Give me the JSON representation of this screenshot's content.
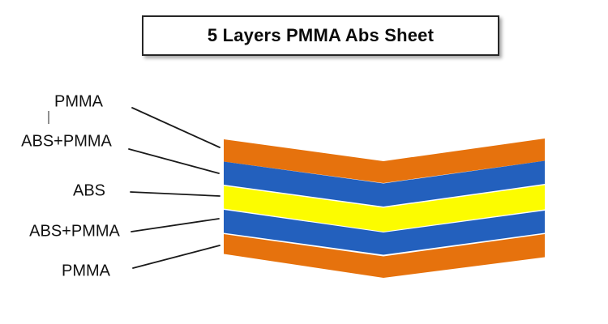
{
  "title": "5 Layers PMMA Abs Sheet",
  "diagram": {
    "layers": [
      {
        "label": "PMMA",
        "material": "PMMA",
        "color": "#E6720D"
      },
      {
        "label": "ABS+PMMA",
        "material": "ABS+PMMA",
        "color": "#2360BD"
      },
      {
        "label": "ABS",
        "material": "ABS",
        "color": "#FCFC00"
      },
      {
        "label": "ABS+PMMA",
        "material": "ABS+PMMA",
        "color": "#2360BD"
      },
      {
        "label": "PMMA",
        "material": "PMMA",
        "color": "#E6720D"
      }
    ],
    "colors": {
      "orange": "#E6720D",
      "blue": "#2360BD",
      "yellow": "#FCFC00",
      "line": "#1a1a1a",
      "title_border": "#262626",
      "background": "#ffffff"
    }
  }
}
